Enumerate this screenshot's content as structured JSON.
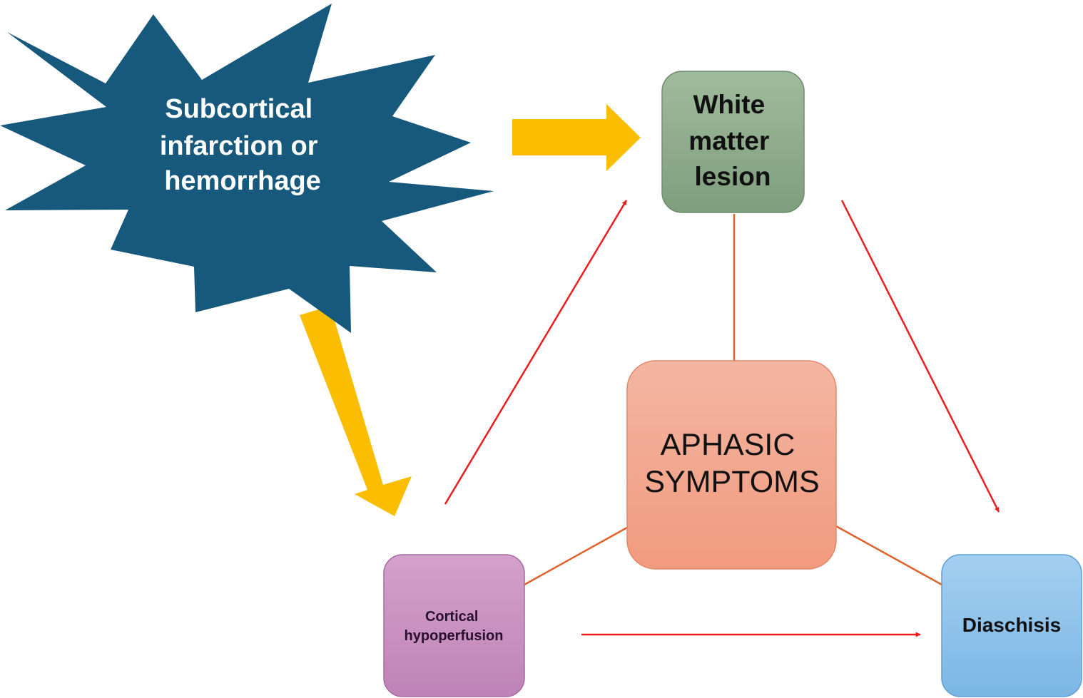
{
  "nodes": {
    "cause": {
      "lines": [
        "Subcortical",
        "infarction or",
        "hemorrhage"
      ]
    },
    "white_matter": {
      "lines": [
        "White",
        "matter",
        "lesion"
      ]
    },
    "aphasic": {
      "lines": [
        "APHASIC",
        "SYMPTOMS"
      ]
    },
    "cortical": {
      "lines": [
        "Cortical",
        "hypoperfusion"
      ]
    },
    "diaschisis": {
      "lines": [
        "Diaschisis"
      ]
    }
  },
  "colors": {
    "star": "#17597d",
    "white_matter": "#8fae8b",
    "aphasic": "#f2a48a",
    "cortical": "#c98fc0",
    "diaschisis": "#8ec3ea",
    "big_arrow": "#fbbd00",
    "red_arrow": "#ee1c1c",
    "connector": "#e0612a"
  }
}
